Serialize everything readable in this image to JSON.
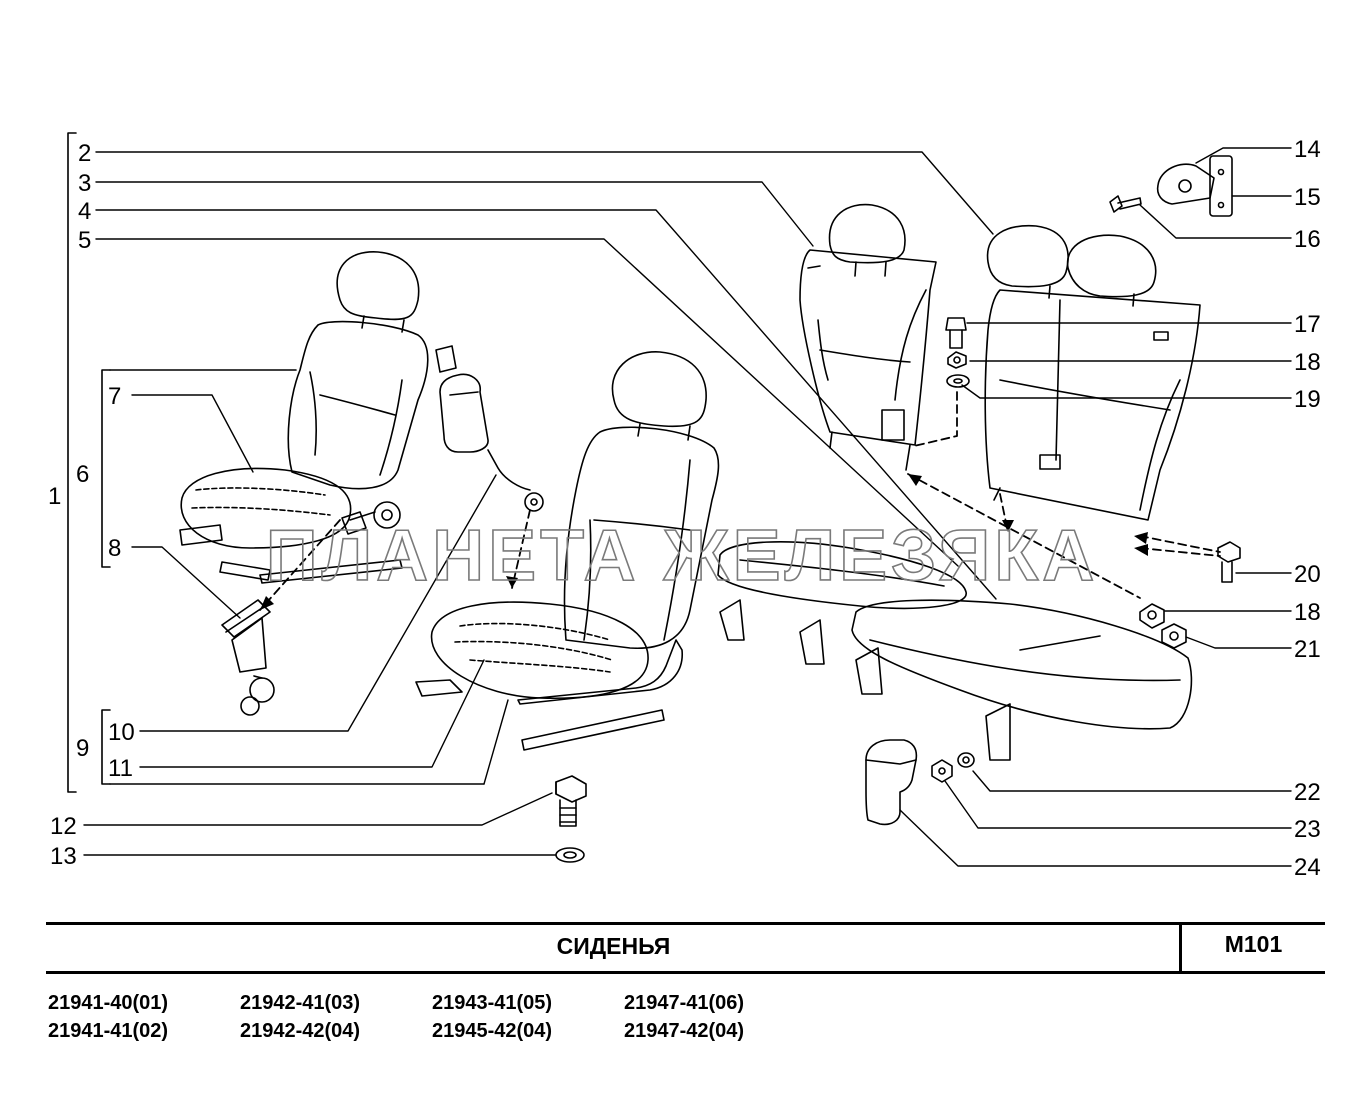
{
  "callouts": {
    "c1": "1",
    "c2": "2",
    "c3": "3",
    "c4": "4",
    "c5": "5",
    "c6": "6",
    "c7": "7",
    "c8": "8",
    "c9": "9",
    "c10": "10",
    "c11": "11",
    "c12": "12",
    "c13": "13",
    "c14": "14",
    "c15": "15",
    "c16": "16",
    "c17": "17",
    "c18a": "18",
    "c19": "19",
    "c20": "20",
    "c18b": "18",
    "c21": "21",
    "c22": "22",
    "c23": "23",
    "c24": "24"
  },
  "watermark": "ПЛАНЕТА ЖЕЛЕЗЯКА",
  "title": "СИДЕНЬЯ",
  "code": "M101",
  "models": [
    "21941-40(01)",
    "21941-41(02)",
    "21942-41(03)",
    "21942-42(04)",
    "21943-41(05)",
    "21945-42(04)",
    "21947-41(06)",
    "21947-42(04)"
  ]
}
